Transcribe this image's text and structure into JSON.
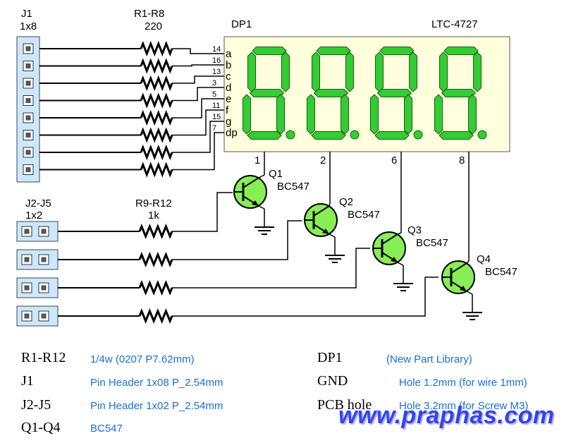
{
  "header": {
    "label": "J1",
    "type": "1x8",
    "resistor_label": "R1-R8",
    "resistor_value": "220",
    "display_label": "DP1",
    "display_part": "LTC-4727"
  },
  "segment_pins": [
    {
      "num": "14",
      "seg": "a"
    },
    {
      "num": "16",
      "seg": "b"
    },
    {
      "num": "13",
      "seg": "c"
    },
    {
      "num": "3",
      "seg": "d"
    },
    {
      "num": "5",
      "seg": "e"
    },
    {
      "num": "11",
      "seg": "f"
    },
    {
      "num": "15",
      "seg": "g"
    },
    {
      "num": "7",
      "seg": "dp"
    }
  ],
  "digit_pins": [
    "1",
    "2",
    "6",
    "8"
  ],
  "transistors": [
    {
      "name": "Q1",
      "part": "BC547"
    },
    {
      "name": "Q2",
      "part": "BC547"
    },
    {
      "name": "Q3",
      "part": "BC547"
    },
    {
      "name": "Q4",
      "part": "BC547"
    }
  ],
  "lower": {
    "header_label": "J2-J5",
    "header_type": "1x2",
    "resistor_label": "R9-R12",
    "resistor_value": "1k"
  },
  "legend": [
    {
      "key": "R1-R12",
      "value": "1/4w (0207 P7.62mm)"
    },
    {
      "key": "J1",
      "value": "Pin Header 1x08 P_2.54mm"
    },
    {
      "key": "J2-J5",
      "value": "Pin Header 1x02 P_2.54mm"
    },
    {
      "key": "Q1-Q4",
      "value": "BC547"
    },
    {
      "key": "DP1",
      "value": "(New Part Library)"
    },
    {
      "key": "GND",
      "value": "Hole 1.2mm (for wire 1mm)"
    },
    {
      "key": "PCB hole",
      "value": "Hole 3.2mm (for Screw M3)"
    }
  ],
  "watermark": "www.praphas.com",
  "colors": {
    "segment_on": "#33cc33",
    "display_body": "#ffffdd",
    "header_body": "#cce8ff",
    "transistor_body": "#88ee55",
    "legend_value": "#1a6fd6",
    "watermark": "#3344ee"
  }
}
